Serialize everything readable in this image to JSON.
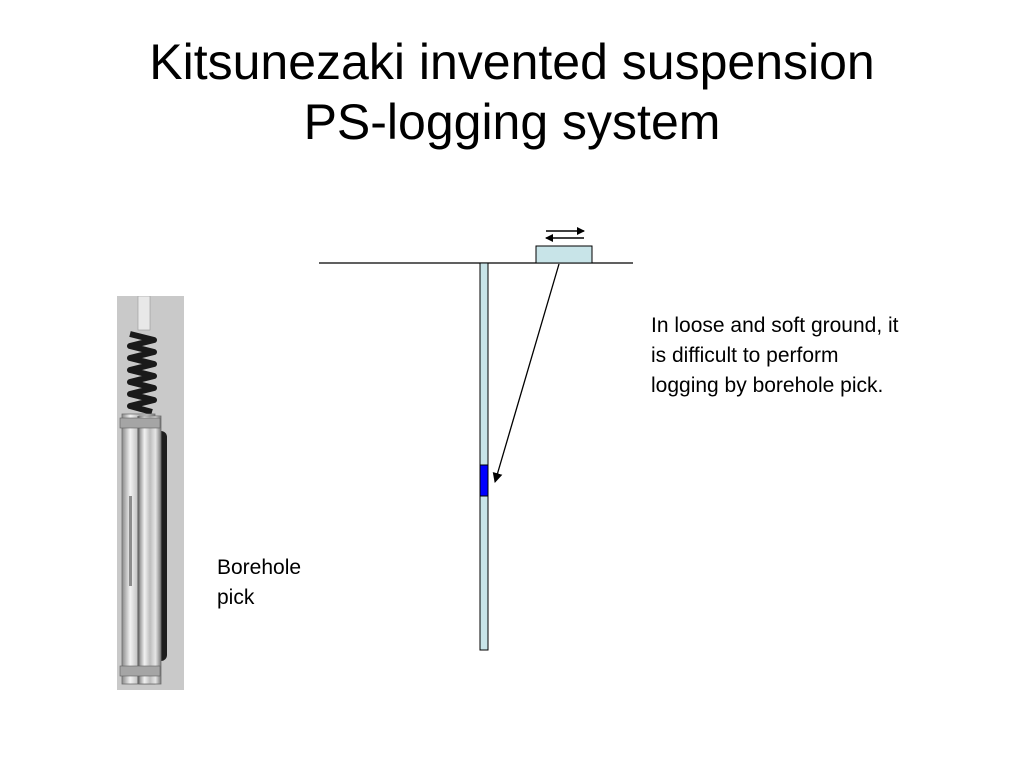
{
  "slide": {
    "title_lines": [
      "Kitsunezaki invented suspension",
      "PS-logging system"
    ],
    "note": "In loose and soft ground, it is difficult to perform logging by borehole pick.",
    "caption_lines": [
      "Borehole",
      "pick"
    ]
  },
  "colors": {
    "background": "#ffffff",
    "borehole_fill": "#c8e4e8",
    "source_fill": "#c8e4e8",
    "receiver_fill": "#0000ff",
    "line": "#000000"
  },
  "icons": {
    "shear_direction": "double-arrow-icon",
    "borehole_pick": "borehole-pick-photo"
  }
}
